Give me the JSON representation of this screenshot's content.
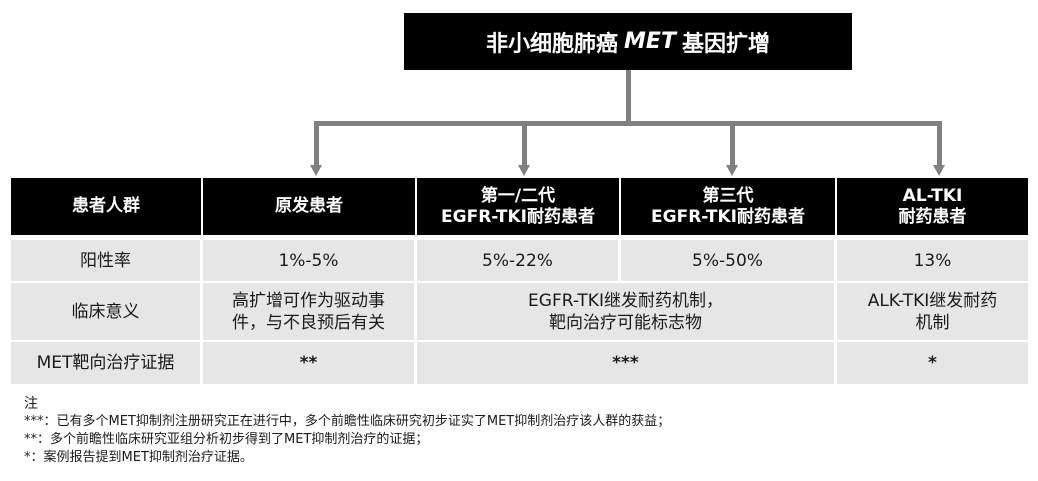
{
  "title": {
    "prefix": "非小细胞肺癌",
    "gene": "MET",
    "suffix": "基因扩增"
  },
  "colors": {
    "header_bg": "#000000",
    "cell_bg": "#e6e6e6",
    "connector": "#808080"
  },
  "table": {
    "headers": [
      {
        "line1": "患者人群",
        "line2": ""
      },
      {
        "line1": "原发患者",
        "line2": ""
      },
      {
        "line1": "第一/二代",
        "line2": "EGFR-TKI耐药患者"
      },
      {
        "line1": "第三代",
        "line2": "EGFR-TKI耐药患者"
      },
      {
        "line1": "AL-TKI",
        "line2": "耐药患者"
      }
    ],
    "rows": {
      "positivity": {
        "label": "阳性率",
        "primary": "1%-5%",
        "gen12": "5%-22%",
        "gen3": "5%-50%",
        "alk": "13%"
      },
      "clinical": {
        "label": "临床意义",
        "primary_l1": "高扩增可作为驱动事",
        "primary_l2": "件，与不良预后有关",
        "egfr_l1": "EGFR-TKI继发耐药机制，",
        "egfr_l2": "靶向治疗可能标志物",
        "alk_l1": "ALK-TKI继发耐药",
        "alk_l2": "机制"
      },
      "evidence": {
        "label": "MET靶向治疗证据",
        "primary": "**",
        "egfr": "***",
        "alk": "*"
      }
    }
  },
  "notes": {
    "title": "注",
    "items": [
      "***：已有多个MET抑制剂注册研究正在进行中，多个前瞻性临床研究初步证实了MET抑制剂治疗该人群的获益；",
      "**：多个前瞻性临床研究亚组分析初步得到了MET抑制剂治疗的证据；",
      "*：案例报告提到MET抑制剂治疗证据。"
    ]
  }
}
